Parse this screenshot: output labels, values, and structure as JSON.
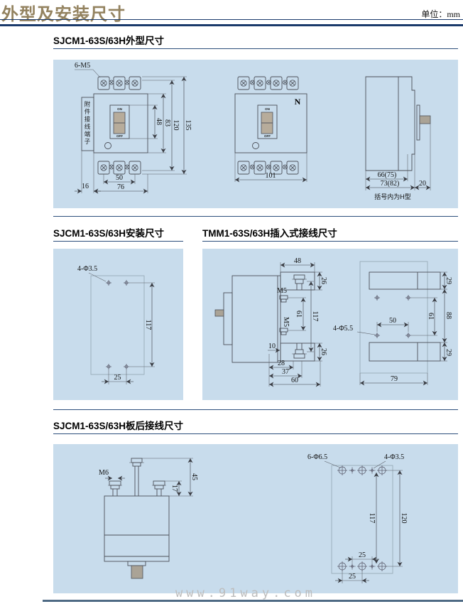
{
  "page": {
    "title": "外型及安装尺寸",
    "unit": "单位：mm",
    "watermark": "www.91way.com"
  },
  "outline": {
    "heading": "SJCM1-63S/63H外型尺寸",
    "front3p": {
      "thread_label": "6-M5",
      "side_label": "附件接线端子",
      "on": "ON",
      "off": "OFF",
      "d_switch": "48",
      "d_body": "83",
      "d_terminals": "120",
      "d_total": "135",
      "d_hole_span": "50",
      "d_width": "76",
      "d_side": "16"
    },
    "front4p": {
      "n_label": "N",
      "on": "ON",
      "off": "OFF",
      "d_width": "101"
    },
    "side": {
      "d_depth": "66(75)",
      "d_depth_total": "73(82)",
      "d_handle": "20",
      "note": "括号内为H型"
    }
  },
  "install": {
    "heading": "SJCM1-63S/63H安装尺寸",
    "hole_label": "4-Φ3.5",
    "d_v": "117",
    "d_h": "25"
  },
  "plugin": {
    "heading": "TMM1-63S/63H插入式接线尺寸",
    "device": {
      "d_top": "48",
      "d_26t": "26",
      "m5_top": "M5",
      "d_61": "61",
      "d_117": "117",
      "m5_bot": "M5",
      "d_10": "10",
      "d_26b": "26",
      "d_28": "28",
      "d_37": "37",
      "d_60": "60"
    },
    "plate": {
      "d_29t": "29",
      "d_88": "88",
      "d_61": "61",
      "d_29b": "29",
      "d_50": "50",
      "d_79": "79",
      "hole_label": "4-Φ5.5"
    }
  },
  "rear": {
    "heading": "SJCM1-63S/63H板后接线尺寸",
    "device": {
      "m6": "M6",
      "d_45": "45",
      "d_17": "17"
    },
    "plate": {
      "hole6": "6-Φ6.5",
      "hole4": "4-Φ3.5",
      "d_117": "117",
      "d_120": "120",
      "d_25t": "25",
      "d_25b": "25"
    }
  }
}
